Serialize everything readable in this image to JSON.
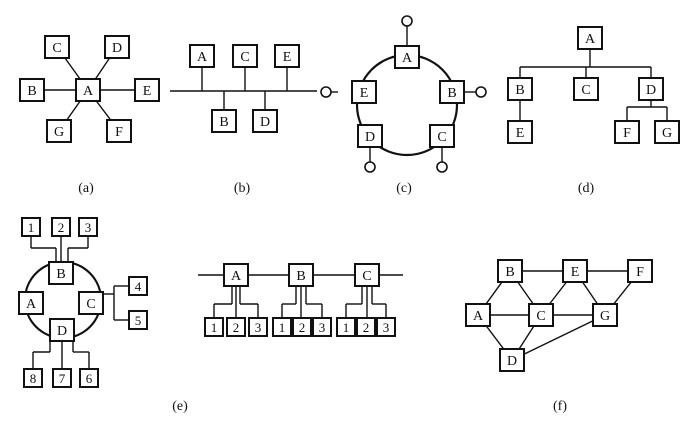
{
  "diagrams": {
    "a": {
      "caption": "(a)",
      "nodes": [
        "A",
        "B",
        "C",
        "D",
        "E",
        "F",
        "G"
      ]
    },
    "b": {
      "caption": "(b)",
      "nodes": [
        "A",
        "B",
        "C",
        "D",
        "E"
      ]
    },
    "c": {
      "caption": "(c)",
      "nodes": [
        "A",
        "B",
        "C",
        "D",
        "E"
      ]
    },
    "d": {
      "caption": "(d)",
      "nodes": [
        "A",
        "B",
        "C",
        "D",
        "E",
        "F",
        "G"
      ]
    },
    "e": {
      "caption": "(e)",
      "nodes": [
        "A",
        "B",
        "C",
        "D"
      ],
      "terminals": [
        "1",
        "2",
        "3",
        "4",
        "5",
        "6",
        "7",
        "8"
      ]
    },
    "bus_tree": {
      "nodes": [
        "A",
        "B",
        "C"
      ],
      "terminals": [
        "1",
        "2",
        "3"
      ]
    },
    "f": {
      "caption": "(f)",
      "nodes": [
        "A",
        "B",
        "C",
        "D",
        "E",
        "F",
        "G"
      ]
    }
  }
}
